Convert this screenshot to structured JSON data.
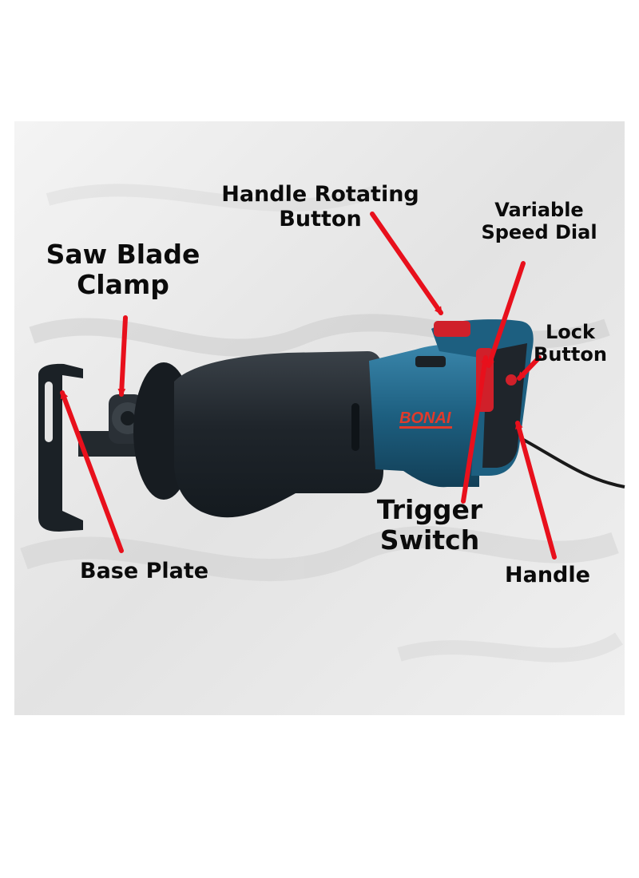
{
  "diagram": {
    "brand_logo": "BONAI",
    "labels": {
      "handle_rotating_button": [
        "Handle Rotating",
        "Button"
      ],
      "variable_speed_dial": [
        "Variable",
        "Speed Dial"
      ],
      "saw_blade_clamp": [
        "Saw Blade",
        "Clamp"
      ],
      "lock_button": [
        "Lock",
        "Button"
      ],
      "trigger_switch": [
        "Trigger",
        "Switch"
      ],
      "base_plate": "Base Plate",
      "handle": "Handle"
    },
    "colors": {
      "arrow": "#e8101c",
      "tool_body": "#1f5f80",
      "tool_grip": "#20262c",
      "accent": "#d0202a",
      "background": "#ececec"
    }
  }
}
